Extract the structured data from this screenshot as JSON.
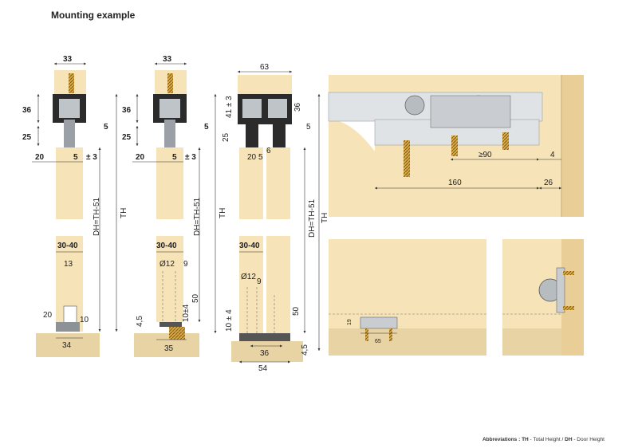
{
  "title": "Mounting example",
  "abbreviations": {
    "label": "Abbreviations :",
    "th_key": "TH",
    "th_text": " - Total Height / ",
    "dh_key": "DH",
    "dh_text": " - Door Height"
  },
  "colors": {
    "wood": "#f6e3b8",
    "wood_dark": "#e9cf97",
    "floor": "#e8d3a4",
    "metal": "#cfd3d6",
    "dark": "#2b2b2b"
  },
  "view1": {
    "top_width": "33",
    "rail_h": "36",
    "gap": "25",
    "clear": "5",
    "door_off": "20",
    "door_edge": "5",
    "tol": "± 3",
    "thick": "30-40",
    "guide_w": "13",
    "floor_h": "20",
    "floor_gap": "10",
    "guide_base": "34",
    "dh": "DH=TH-51",
    "th": "TH"
  },
  "view2": {
    "top_width": "33",
    "rail_h": "36",
    "gap": "25",
    "clear": "5",
    "door_off": "20",
    "door_edge": "5",
    "tol": "± 3",
    "thick": "30-40",
    "dia": "Ø12",
    "nine": "9",
    "h_small": "4,5",
    "h_tol": "10±4",
    "h50": "50",
    "guide_base": "35",
    "dh": "DH=TH-51",
    "th": "TH"
  },
  "view3": {
    "top_width": "63",
    "rail_h": "41 ± 3",
    "h36": "36",
    "clear": "5",
    "gap": "25",
    "d20": "20",
    "d5": "5",
    "d6": "6",
    "thick": "30-40",
    "dia": "Ø12",
    "nine": "9",
    "h_tol": "10 ± 4",
    "h50": "50",
    "w36": "36",
    "w54": "54",
    "h45": "4,5",
    "dh": "DH=TH-51",
    "th": "TH"
  },
  "view4": {
    "d90": "≥90",
    "d4": "4",
    "d160": "160",
    "d26": "26"
  },
  "view5": {
    "d19": "19",
    "d65": "65"
  }
}
